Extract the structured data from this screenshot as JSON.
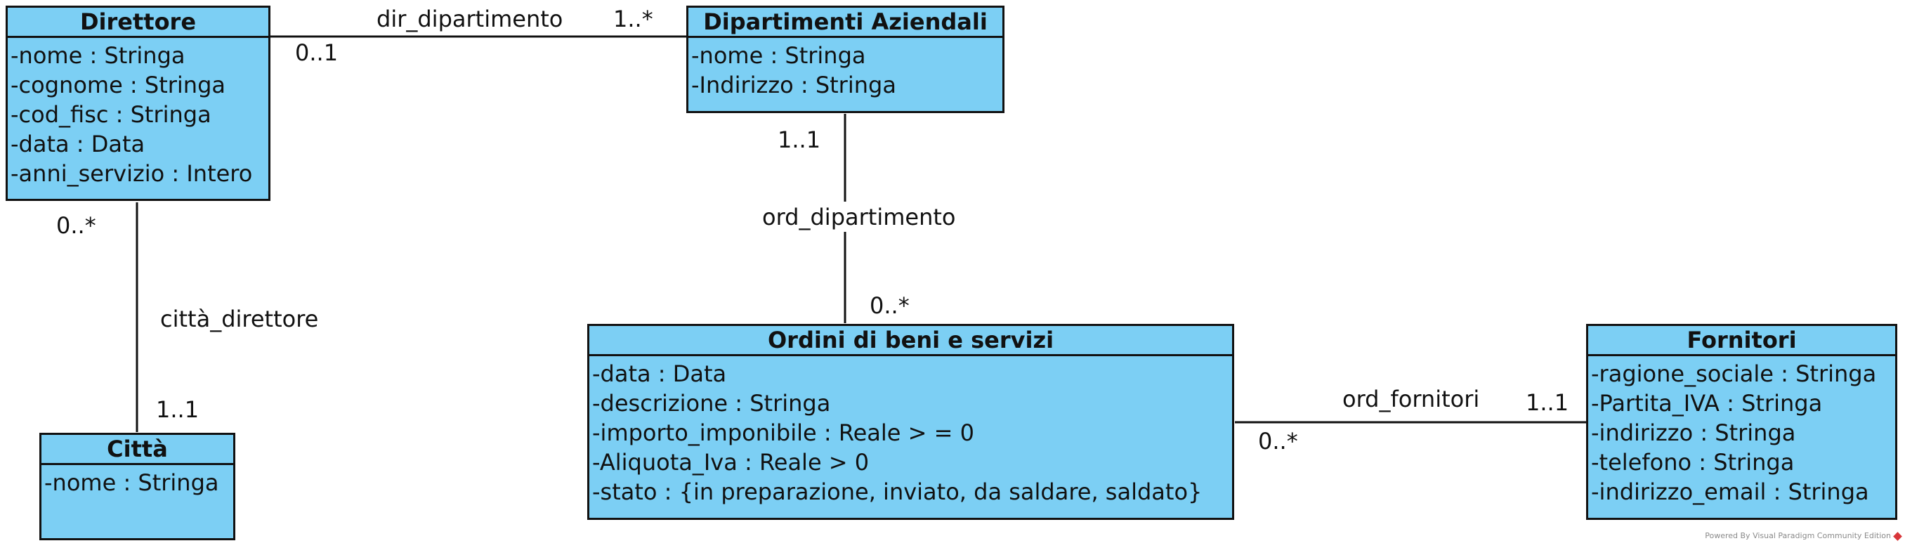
{
  "classes": {
    "direttore": {
      "name": "Direttore",
      "attributes": [
        "-nome : Stringa",
        "-cognome : Stringa",
        "-cod_fisc : Stringa",
        "-data : Data",
        "-anni_servizio : Intero"
      ]
    },
    "dipartimenti": {
      "name": "Dipartimenti Aziendali",
      "attributes": [
        "-nome : Stringa",
        "-Indirizzo : Stringa"
      ]
    },
    "ordini": {
      "name": "Ordini di beni e servizi",
      "attributes": [
        "-data : Data",
        "-descrizione : Stringa",
        "-importo_imponibile : Reale > = 0",
        "-Aliquota_Iva : Reale > 0",
        "-stato : {in preparazione, inviato, da saldare, saldato}"
      ]
    },
    "fornitori": {
      "name": "Fornitori",
      "attributes": [
        "-ragione_sociale : Stringa",
        "-Partita_IVA : Stringa",
        "-indirizzo : Stringa",
        "-telefono : Stringa",
        "-indirizzo_email : Stringa"
      ]
    },
    "citta": {
      "name": "Città",
      "attributes": [
        "-nome : Stringa"
      ]
    }
  },
  "associations": {
    "dir_dipartimento": {
      "name": "dir_dipartimento",
      "source_mult": "0..1",
      "target_mult": "1..*"
    },
    "ord_dipartimento": {
      "name": "ord_dipartimento",
      "source_mult": "1..1",
      "target_mult": "0..*"
    },
    "citta_direttore": {
      "name": "città_direttore",
      "source_mult": "0..*",
      "target_mult": "1..1"
    },
    "ord_fornitori": {
      "name": "ord_fornitori",
      "source_mult": "0..*",
      "target_mult": "1..1"
    }
  },
  "watermark": "Powered By Visual Paradigm Community Edition"
}
